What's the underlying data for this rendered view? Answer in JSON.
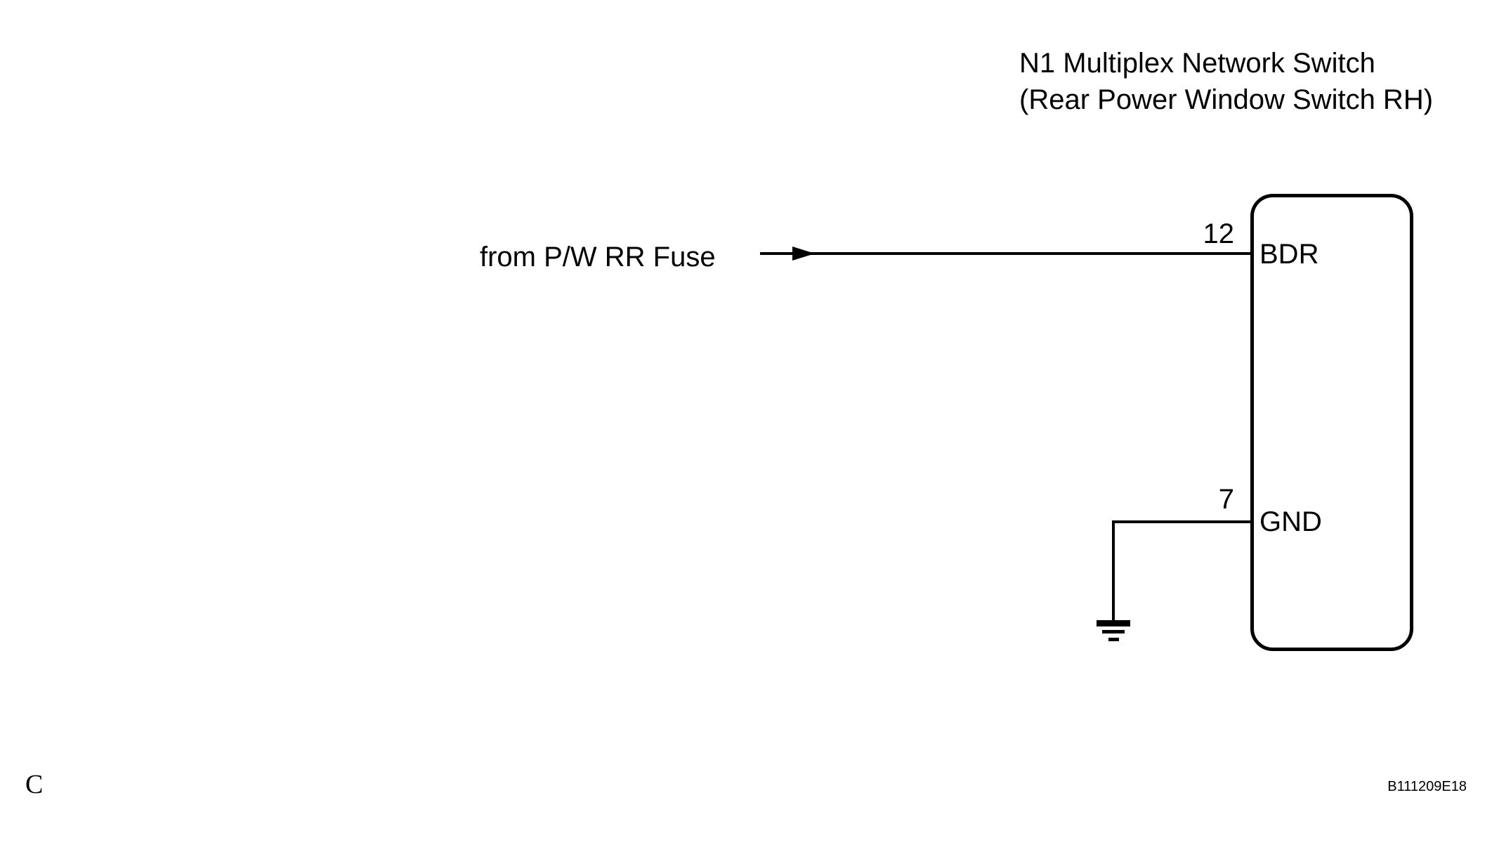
{
  "page": {
    "background_color": "#ffffff",
    "line_color": "#000000"
  },
  "diagram": {
    "component": {
      "title_line1": "N1 Multiplex Network Switch",
      "title_line2": "(Rear Power Window Switch RH)",
      "pins": [
        {
          "number": "12",
          "name": "BDR"
        },
        {
          "number": "7",
          "name": "GND"
        }
      ]
    },
    "source_label": "from P/W RR Fuse",
    "ground_symbol": "earth-ground",
    "footer": {
      "page_letter": "C",
      "figure_code": "B111209E18"
    }
  }
}
